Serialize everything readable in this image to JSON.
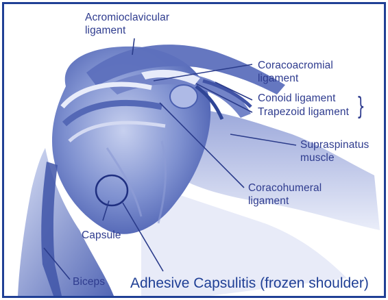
{
  "diagram": {
    "labels": {
      "acromioclavicular": "Acromioclavicular\nligament",
      "coracoacromial": "Coracoacromial\nligament",
      "conoid": "Conoid ligament",
      "trapezoid": "Trapezoid ligament",
      "supraspinatus": "Supraspinatus\nmuscle",
      "coracohumeral": "Coracohumeral\nligament",
      "capsule": "Capsule",
      "biceps": "Biceps"
    },
    "caption": "Adhesive Capsulitis (frozen shoulder)",
    "colors": {
      "border": "#1f3f95",
      "anatomy": "#4a5fb0",
      "anatomy_light": "#a9b6e0",
      "leader": "#2a3b8a"
    }
  }
}
